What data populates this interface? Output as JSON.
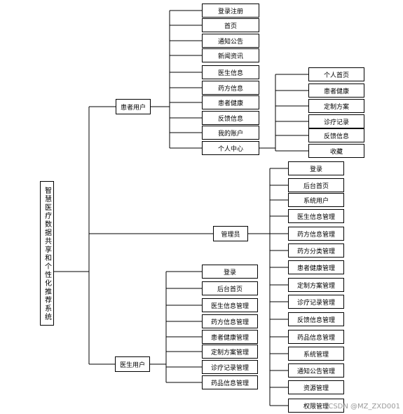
{
  "root": "智慧医疗数据共享和个性化推荐系统",
  "branches": {
    "patient_user": {
      "label": "患者用户",
      "items": [
        "登录注册",
        "首页",
        "通知公告",
        "新闻资讯",
        "医生信息",
        "药方信息",
        "患者健康",
        "反馈信息",
        "我的账户",
        "个人中心"
      ],
      "personal_center": {
        "label": "个人中心",
        "items": [
          "个人首页",
          "患者健康",
          "定制方案",
          "诊疗记录",
          "反馈信息",
          "收藏"
        ]
      }
    },
    "admin": {
      "label": "管理员",
      "items": [
        "登录",
        "后台首页",
        "系统用户",
        "医生信息管理",
        "药方信息管理",
        "药方分类管理",
        "患者健康管理",
        "定制方案管理",
        "诊疗记录管理",
        "反馈信息管理",
        "药品信息管理",
        "系统管理",
        "通知公告管理",
        "资源管理",
        "权限管理"
      ]
    },
    "doctor_user": {
      "label": "医生用户",
      "items": [
        "登录",
        "后台首页",
        "医生信息管理",
        "药方信息管理",
        "患者健康管理",
        "定制方案管理",
        "诊疗记录管理",
        "药品信息管理"
      ]
    }
  },
  "watermark": "CSDN @MZ_ZXD001"
}
